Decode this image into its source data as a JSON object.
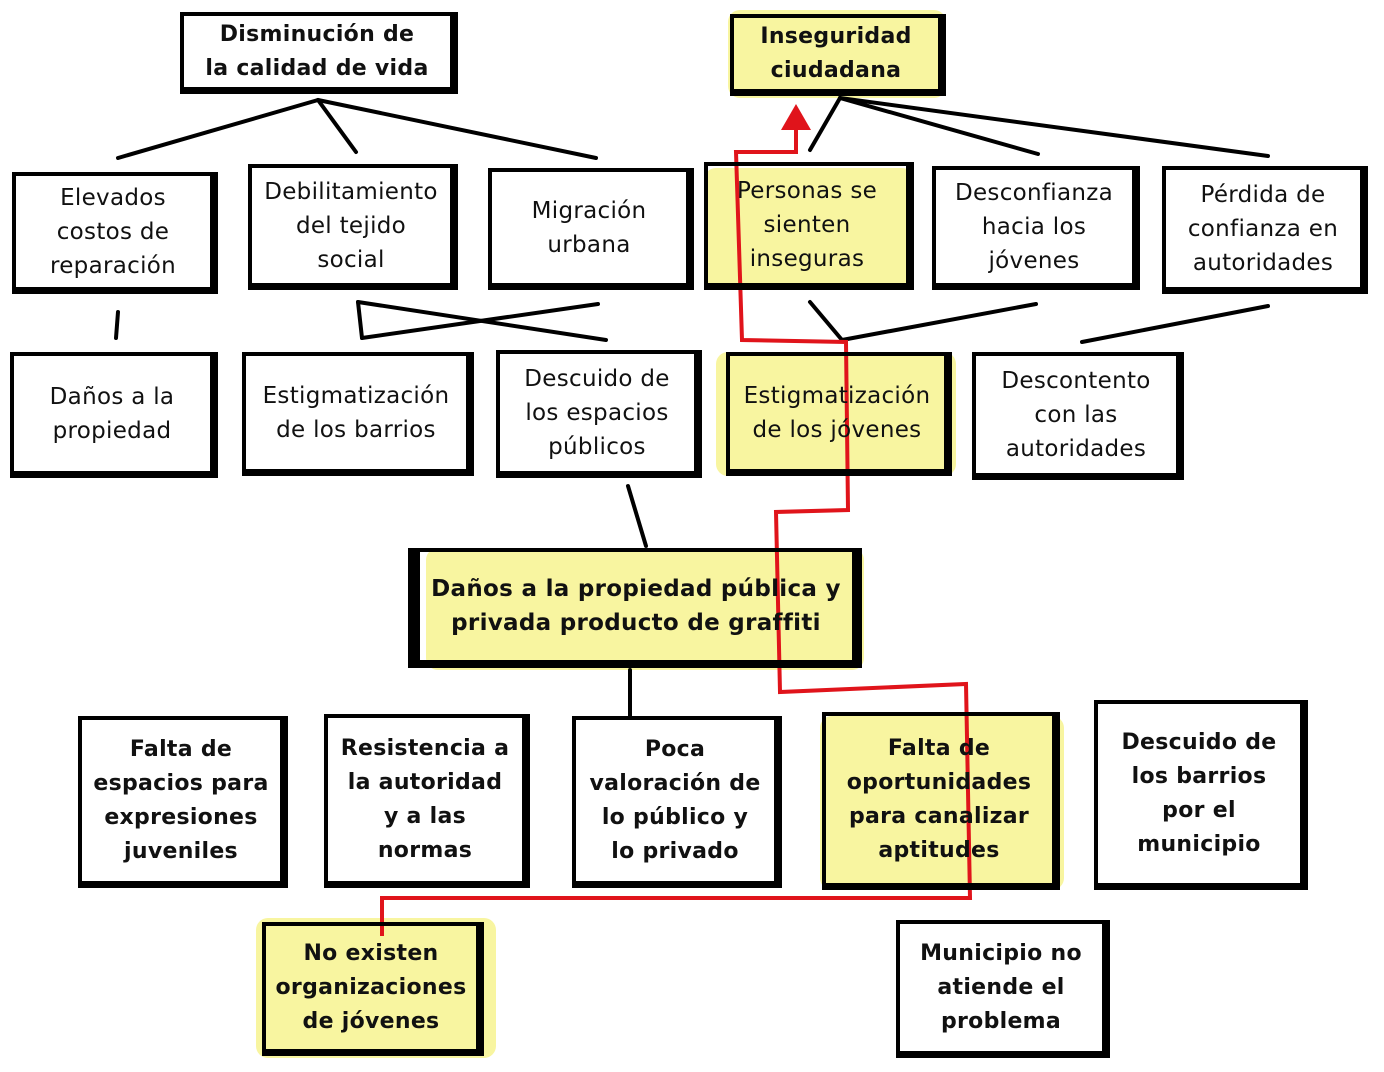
{
  "colors": {
    "highlight": "#f8f5a0",
    "path": "#e0141b",
    "ink": "#000000"
  },
  "effects": {
    "calidad_vida": "Disminución de\nla calidad de vida",
    "inseguridad": "Inseguridad\nciudadana"
  },
  "level2": {
    "costos": "Elevados\ncostos de\nreparación",
    "tejido": "Debilitamiento\ndel tejido\nsocial",
    "migracion": "Migración\nurbana",
    "inseguras": "Personas se\nsienten\ninseguras",
    "desconfianza": "Desconfianza\nhacia los\njóvenes",
    "confianza": "Pérdida de\nconfianza  en\nautoridades"
  },
  "level3": {
    "danos_propiedad": "Daños a la\npropiedad",
    "estig_barrios": "Estigmatización\nde los barrios",
    "descuido_espacios": "Descuido de\nlos espacios\npúblicos",
    "estig_jovenes": "Estigmatización\nde los jóvenes",
    "descontento": "Descontento\ncon las\nautoridades"
  },
  "central_problem": "Daños a la propiedad pública y\nprivada producto de graffiti",
  "causes": {
    "espacios": "Falta de\nespacios para\nexpresiones\njuveniles",
    "resistencia": "Resistencia a\nla autoridad\ny a las\nnormas",
    "valoracion": "Poca\nvaloración de\nlo público y\nlo privado",
    "oportunidades": "Falta de\noportunidades\npara canalizar\naptitudes",
    "descuido_barrios": "Descuido de\nlos barrios\npor el\nmunicipio"
  },
  "root_causes": {
    "organizaciones": "No existen\norganizaciones\nde jóvenes",
    "municipio": "Municipio no\natiende el\nproblema"
  }
}
